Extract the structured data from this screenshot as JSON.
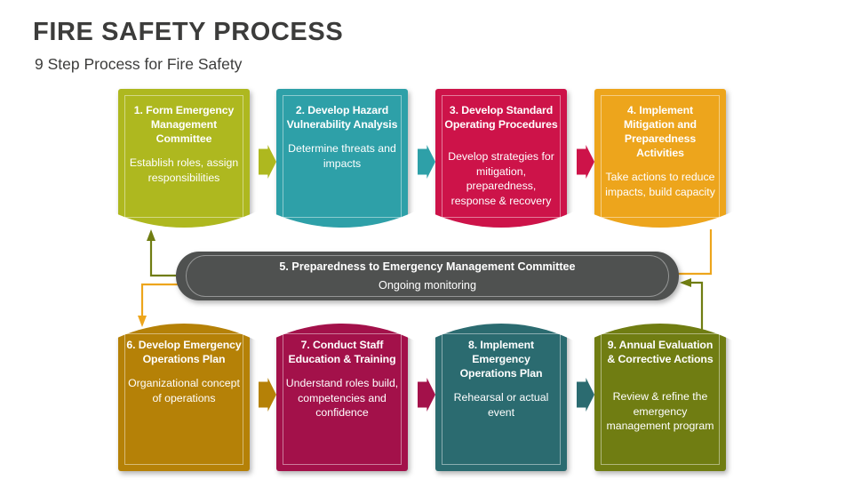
{
  "header": {
    "title": "FIRE SAFETY PROCESS",
    "subtitle": "9 Step Process for Fire Safety"
  },
  "colors": {
    "background": "#ffffff",
    "title_text": "#3c3c3b",
    "step1": "#aeb81f",
    "step2": "#2ea0a8",
    "step3": "#cd1349",
    "step4": "#eda51c",
    "step5": "#4f5150",
    "step6": "#b58107",
    "step7": "#a3114a",
    "step8": "#2b6b70",
    "step9": "#707d12"
  },
  "steps": [
    {
      "number": "1",
      "heading": "1. Form Emergency Management Committee",
      "description": "Establish roles, assign responsibilities",
      "color": "#aeb81f",
      "row": "top"
    },
    {
      "number": "2",
      "heading": "2. Develop Hazard Vulnerability Analysis",
      "description": "Determine threats and impacts",
      "color": "#2ea0a8",
      "row": "top"
    },
    {
      "number": "3",
      "heading": "3. Develop Standard Operating Procedures",
      "description": "Develop strategies for mitigation, preparedness, response & recovery",
      "color": "#cd1349",
      "row": "top"
    },
    {
      "number": "4",
      "heading": "4. Implement Mitigation and Preparedness Activities",
      "description": "Take actions to reduce impacts, build capacity",
      "color": "#eda51c",
      "row": "top"
    },
    {
      "number": "5",
      "heading": "5. Preparedness to Emergency Management Committee",
      "description": "Ongoing monitoring",
      "color": "#4f5150",
      "row": "center"
    },
    {
      "number": "6",
      "heading": "6. Develop Emergency Operations Plan",
      "description": "Organizational concept of operations",
      "color": "#b58107",
      "row": "bottom"
    },
    {
      "number": "7",
      "heading": "7. Conduct Staff Education & Training",
      "description": "Understand roles build, competencies and confidence",
      "color": "#a3114a",
      "row": "bottom"
    },
    {
      "number": "8",
      "heading": "8. Implement Emergency Operations Plan",
      "description": "Rehearsal or actual event",
      "color": "#2b6b70",
      "row": "bottom"
    },
    {
      "number": "9",
      "heading": "9. Annual Evaluation & Corrective Actions",
      "description": "Review & refine the emergency management program",
      "color": "#707d12",
      "row": "bottom"
    }
  ],
  "arrows": [
    {
      "name": "arrow-step1-to-step2",
      "color": "#aeb81f"
    },
    {
      "name": "arrow-step2-to-step3",
      "color": "#2ea0a8"
    },
    {
      "name": "arrow-step3-to-step4",
      "color": "#cd1349"
    },
    {
      "name": "arrow-step6-to-step7",
      "color": "#b58107"
    },
    {
      "name": "arrow-step7-to-step8",
      "color": "#a3114a"
    },
    {
      "name": "arrow-step8-to-step9",
      "color": "#2b6b70"
    }
  ],
  "connectors": [
    {
      "name": "connector-step5-to-step1",
      "color": "#707d12",
      "direction": "up-left"
    },
    {
      "name": "connector-step5-to-step6",
      "color": "#eda51c",
      "direction": "down-left"
    },
    {
      "name": "connector-step4-to-step5",
      "color": "#eda51c",
      "direction": "down-right"
    },
    {
      "name": "connector-step9-to-step5",
      "color": "#707d12",
      "direction": "up-right"
    }
  ]
}
